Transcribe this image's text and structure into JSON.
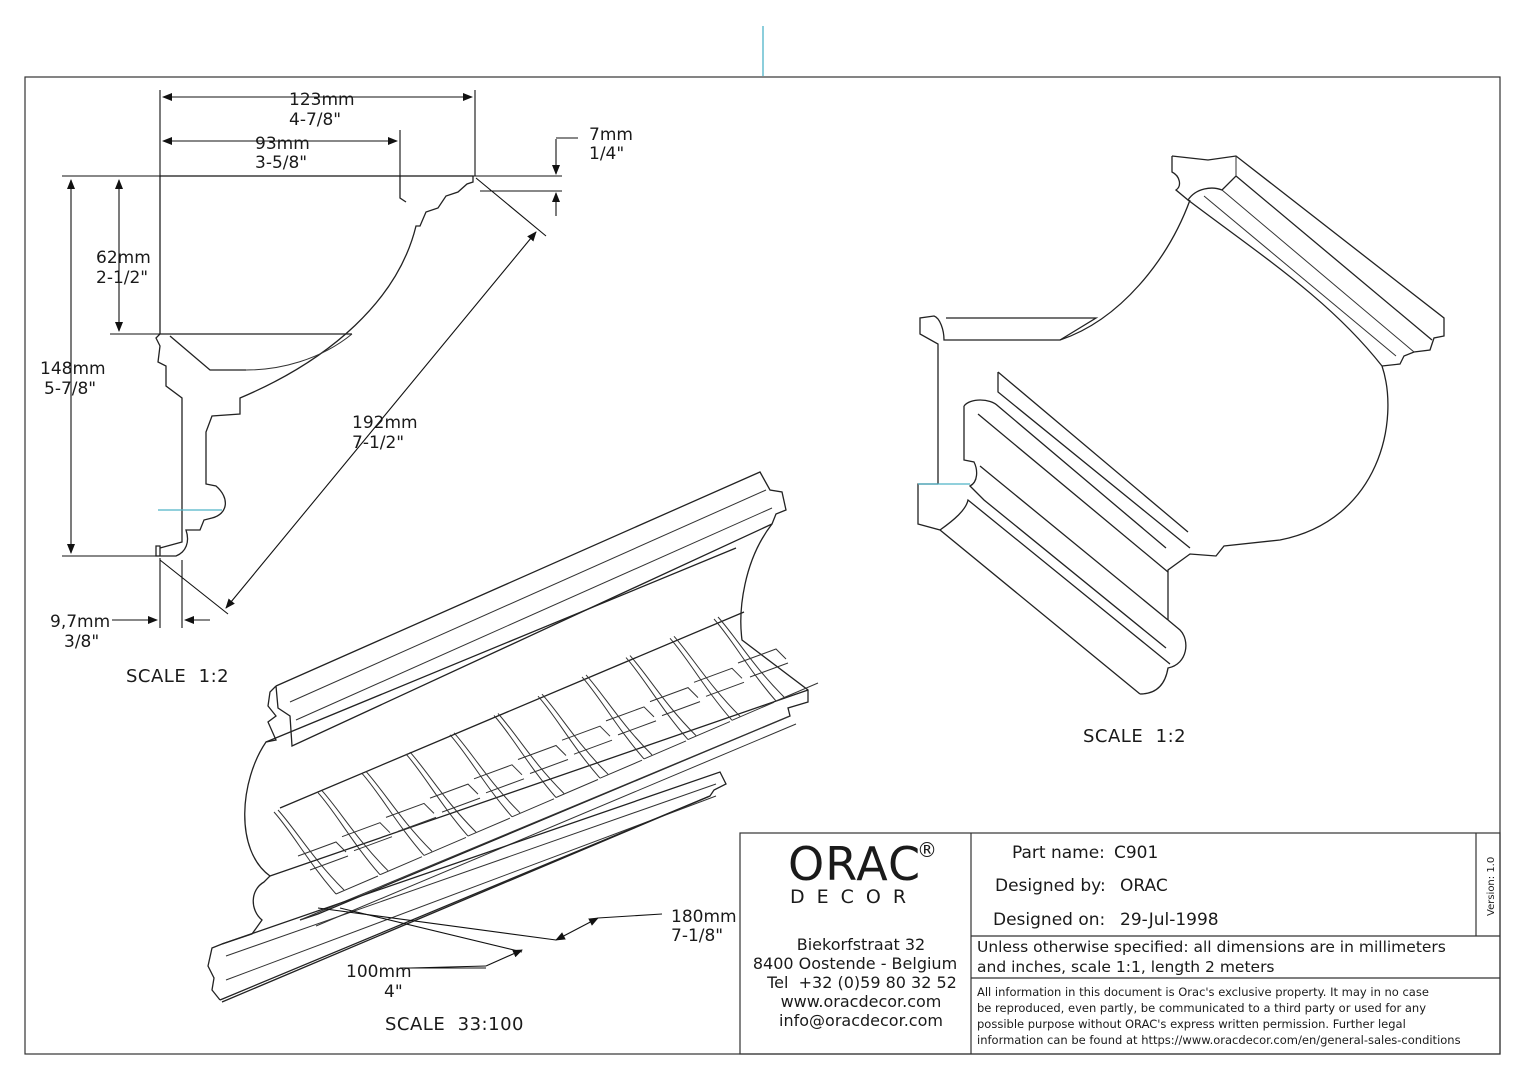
{
  "dimensions": {
    "width_total_mm": "123mm",
    "width_total_in": "4-7/8\"",
    "width_inner_mm": "93mm",
    "width_inner_in": "3-5/8\"",
    "top_lip_mm": "7mm",
    "top_lip_in": "1/4\"",
    "upper_height_mm": "62mm",
    "upper_height_in": "2-1/2\"",
    "total_height_mm": "148mm",
    "total_height_in": "5-7/8\"",
    "diagonal_mm": "192mm",
    "diagonal_in": "7-1/2\"",
    "bottom_lip_mm": "9,7mm",
    "bottom_lip_in": "3/8\"",
    "pattern_depth_mm": "180mm",
    "pattern_depth_in": "7-1/8\"",
    "pattern_repeat_mm": "100mm",
    "pattern_repeat_in": "4\""
  },
  "scales": {
    "profile": "SCALE  1:2",
    "isometric": "SCALE  1:2",
    "decorated": "SCALE  33:100"
  },
  "title_block": {
    "logo_main": "ORAC",
    "logo_reg": "®",
    "logo_sub": "DECOR",
    "address": [
      "Biekorfstraat 32",
      "8400 Oostende - Belgium",
      "Tel  +32 (0)59 80 32 52",
      "www.oracdecor.com",
      "info@oracdecor.com"
    ],
    "part_name_label": "Part name:",
    "part_name_value": "C901",
    "designed_by_label": "Designed by:",
    "designed_by_value": "ORAC",
    "designed_on_label": "Designed on:",
    "designed_on_value": "29-Jul-1998",
    "spec_lines": [
      "Unless otherwise specified: all dimensions are in millimeters",
      "and inches, scale 1:1, length 2 meters"
    ],
    "legal_lines": [
      "All information in this document is Orac's exclusive property.  It may in no case",
      "be reproduced, even partly, be communicated to a third party or used for any",
      "possible purpose without ORAC's express written permission. Further legal",
      "information can be found at https://www.oracdecor.com/en/general-sales-conditions"
    ],
    "version": "Version: 1.0"
  }
}
